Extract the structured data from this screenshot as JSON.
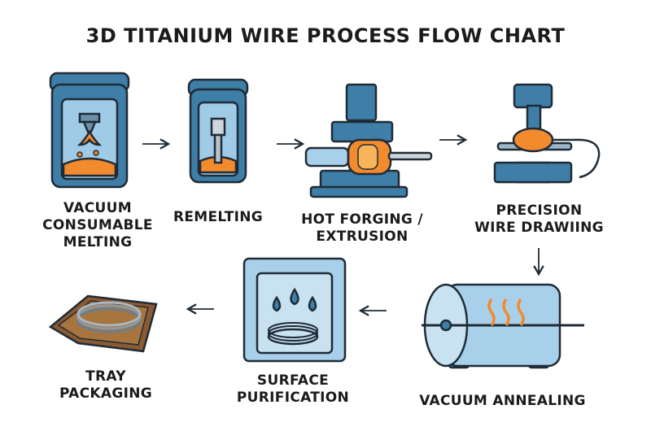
{
  "title": "3D TITANIUM WIRE PROCESS FLOW CHART",
  "steps": [
    {
      "label": "VACUUM\nCONSUMABLE\nMELTING"
    },
    {
      "label": "REMELTING"
    },
    {
      "label": "HOT FORGING /\nEXTRUSION"
    },
    {
      "label": "PRECISION\nWIRE DRAWIING"
    },
    {
      "label": "VACUUM ANNEALING"
    },
    {
      "label": "SURFACE\nPURIFICATION"
    },
    {
      "label": "TRAY\nPACKAGING"
    }
  ],
  "colors": {
    "steel_blue": "#3f7ea6",
    "light_blue": "#9fcbe6",
    "molten_orange": "#f28a2e",
    "tray_brown": "#8a5a32",
    "outline": "#1f2b36"
  }
}
